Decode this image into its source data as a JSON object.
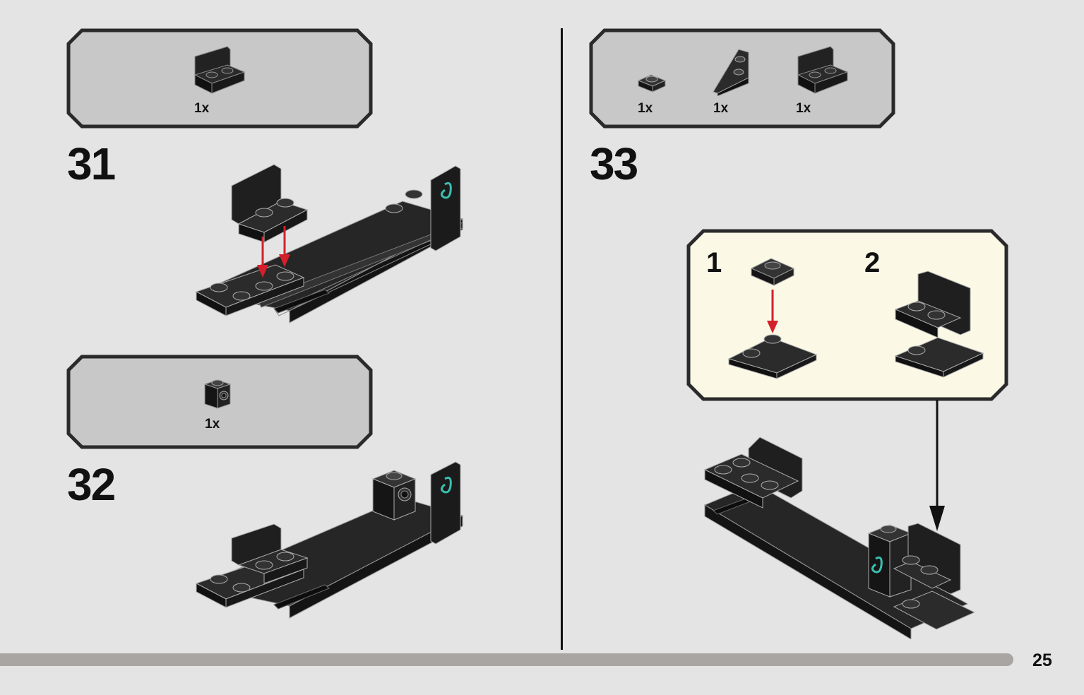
{
  "page": {
    "number": "25"
  },
  "steps": [
    {
      "number": "31",
      "parts": [
        {
          "qty": "1x",
          "icon": "bracket-1x2-icon"
        }
      ]
    },
    {
      "number": "32",
      "parts": [
        {
          "qty": "1x",
          "icon": "brick-1x1-stud-side-icon"
        }
      ]
    },
    {
      "number": "33",
      "parts": [
        {
          "qty": "1x",
          "icon": "plate-1x1-icon"
        },
        {
          "qty": "1x",
          "icon": "wedge-plate-icon"
        },
        {
          "qty": "1x",
          "icon": "bracket-1x2-icon"
        }
      ],
      "substeps": [
        {
          "number": "1"
        },
        {
          "number": "2"
        }
      ]
    }
  ],
  "colors": {
    "page_bg": "#e4e4e4",
    "parts_box": "#c8c8c8",
    "substep_box": "#fbf9e6",
    "brick": "#1e1e1e",
    "arrow_red": "#d3202a",
    "accent_teal": "#3bbfb0",
    "bar": "#a9a5a2"
  }
}
